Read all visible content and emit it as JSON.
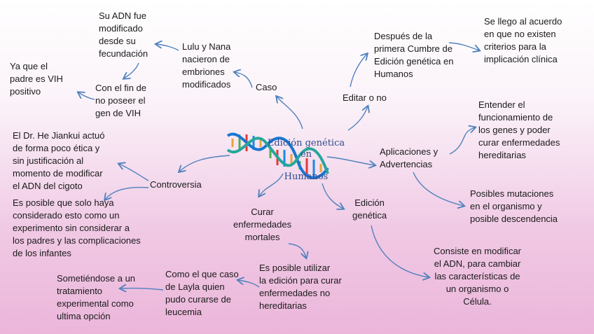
{
  "center": {
    "title_line1": "Edición genética en",
    "title_line2": "Humanos"
  },
  "nodes": {
    "caso": "Caso",
    "editar_o_no": "Editar o no",
    "aplicaciones": "Aplicaciones y\nAdvertencias",
    "controversia": "Controversia",
    "curar": "Curar\nenfermedades\nmortales",
    "edicion_genetica": "Edición\ngenética",
    "lulu_nana": "Lulu y Nana\nnacieron de\nembriones\nmodificados",
    "adn_modificado": "Su ADN fue\nmodificado\ndesde su\nfecundación",
    "fin_vih": "Con el fin de\nno poseer el\ngen de VIH",
    "padre_vih": "Ya que el\npadre es VIH\npositivo",
    "cumbre": "Después de la\nprimera Cumbre de\nEdición genética en\nHumanos",
    "acuerdo": "Se llego al acuerdo\nen que no existen\ncriterios para la\nimplicación clínica",
    "entender": "Entender el\nfuncionamiento de\nlos genes y poder\ncurar enfermedades\nhereditarias",
    "mutaciones": "Posibles mutaciones\nen el organismo y\nposible descendencia",
    "he_jiankui": "El Dr. He Jiankui actuó\nde forma poco ética y\nsin justificación al\nmomento de modificar\nel ADN del cigoto",
    "experimento": "Es posible que solo haya\nconsiderado esto como un\nexperimento sin considerar a\nlos padres y las complicaciones\nde los infantes",
    "posible_utilizar": "Es posible utilizar\nla edición para curar\nenfermedades no\nhereditarias",
    "layla": "Como el que caso\nde Layla quien\npudo curarse de\nleucemia",
    "sometiendose": "Sometiéndose a un\ntratamiento\nexperimental como\nultima opción",
    "consiste": "Consiste en modificar\nel ADN, para cambiar\nlas características de\nun organismo o\nCélula."
  }
}
